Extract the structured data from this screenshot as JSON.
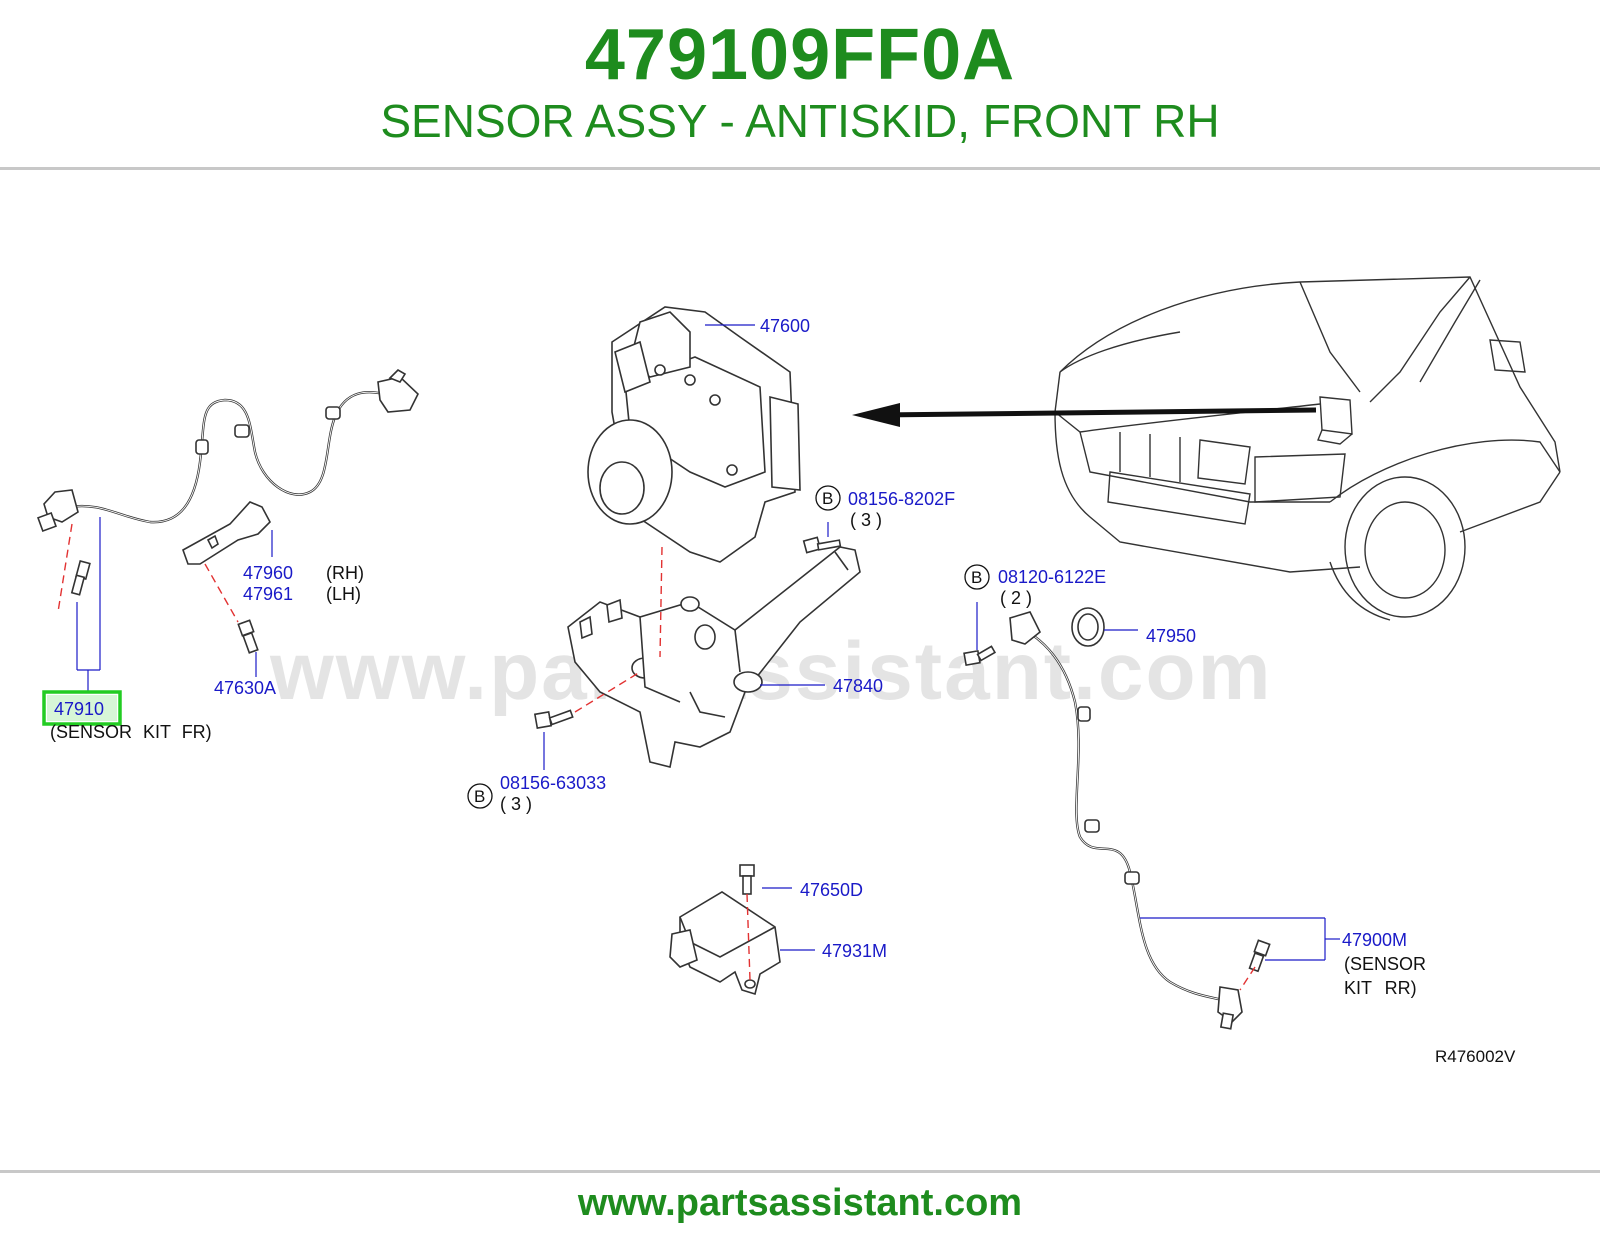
{
  "header": {
    "part_number": "479109FF0A",
    "part_description": "SENSOR ASSY - ANTISKID, FRONT RH"
  },
  "watermark": "www.partsassistant.com",
  "footer": {
    "url": "www.partsassistant.com"
  },
  "diagram": {
    "reference_code": "R476002V",
    "bolt_marker": "B",
    "highlight_color": "#22cc22",
    "label_color": "#1a1ac8",
    "title_color": "#1e8c1e",
    "callouts": {
      "c47600": "47600",
      "c08156_8202F": "08156-8202F",
      "c08156_8202F_qty": "( 3 )",
      "c47960": "47960",
      "c47960_note": "(RH)",
      "c47961": "47961",
      "c47961_note": "(LH)",
      "c47630A": "47630A",
      "c47910": "47910",
      "c47910_note": "(SENSOR KIT FR)",
      "c08120_6122E": "08120-6122E",
      "c08120_6122E_qty": "( 2 )",
      "c47950": "47950",
      "c47840": "47840",
      "c08156_63033": "08156-63033",
      "c08156_63033_qty": "( 3 )",
      "c47650D": "47650D",
      "c47931M": "47931M",
      "c47900M": "47900M",
      "c47900M_note1": "(SENSOR",
      "c47900M_note2": "KIT RR)"
    }
  }
}
